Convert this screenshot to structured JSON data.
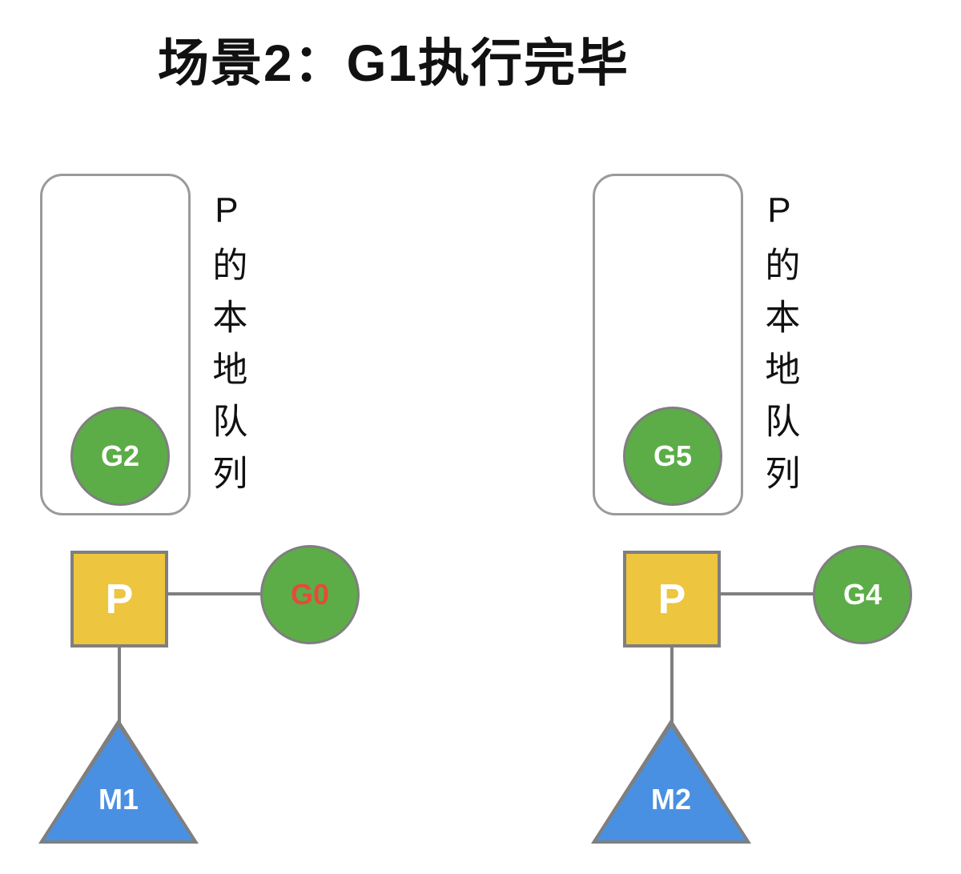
{
  "title": "场景2：G1执行完毕",
  "colors": {
    "goroutine_green": "#5cad47",
    "processor_yellow": "#edc53e",
    "machine_blue": "#4a90e2",
    "shape_outline_gray": "#7f7f7f",
    "queue_border_gray": "#9a9a9a",
    "g0_label_red": "#e64a3c",
    "shape_label_white": "#ffffff",
    "text_black": "#111111"
  },
  "panels": [
    {
      "queue_label": "P的本地队列",
      "queued_goroutine": "G2",
      "processor": "P",
      "running_goroutine": "G0",
      "machine": "M1"
    },
    {
      "queue_label": "P的本地队列",
      "queued_goroutine": "G5",
      "processor": "P",
      "running_goroutine": "G4",
      "machine": "M2"
    }
  ]
}
